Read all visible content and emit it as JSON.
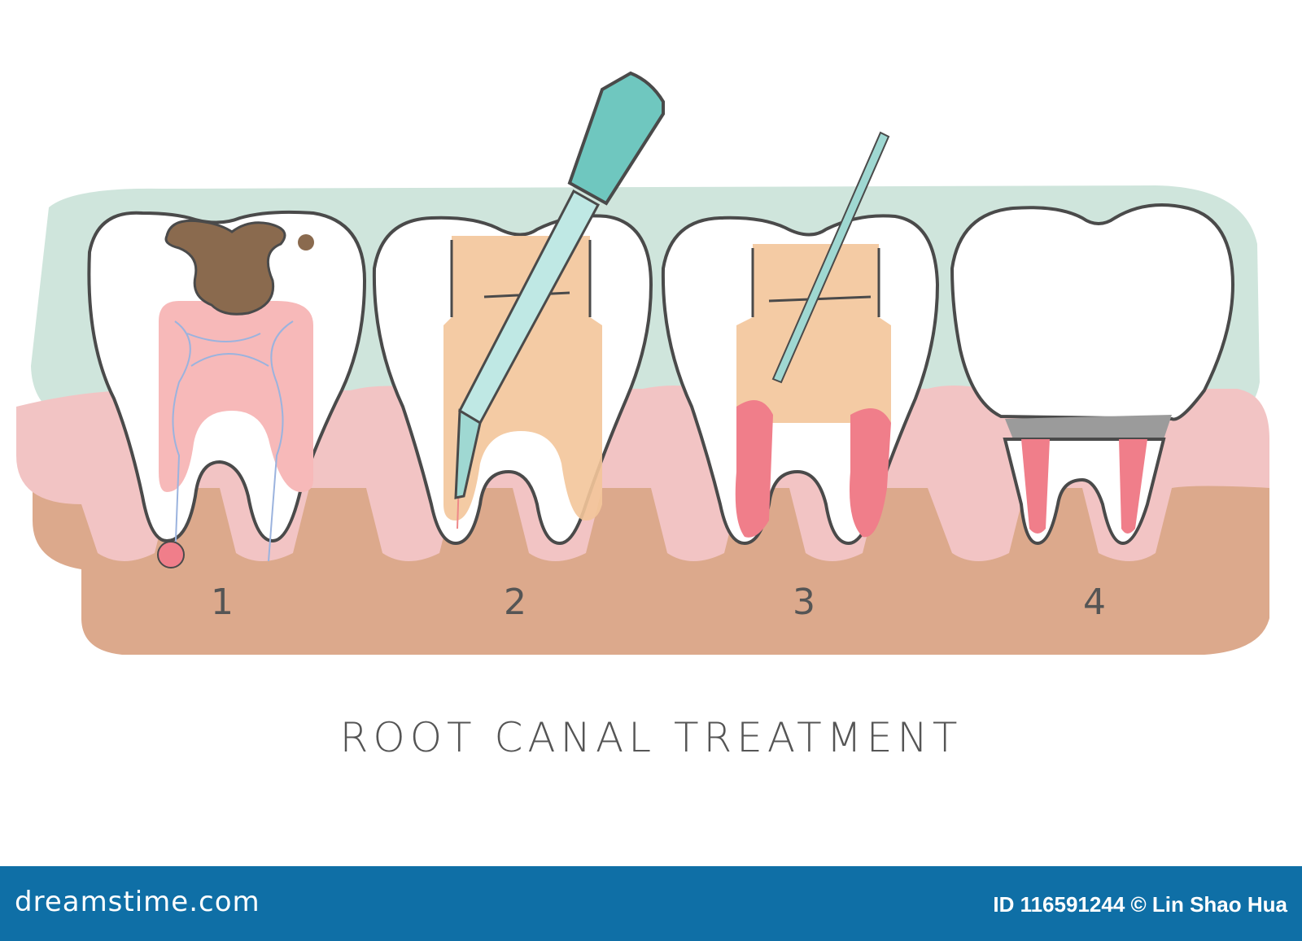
{
  "title": "ROOT CANAL TREATMENT",
  "steps": [
    {
      "number": "1",
      "caption": "Infected tooth with decay reaching the pulp"
    },
    {
      "number": "2",
      "caption": "Cleaning the root canals with a file"
    },
    {
      "number": "3",
      "caption": "Filling the canals"
    },
    {
      "number": "4",
      "caption": "Crown placed on treated tooth"
    }
  ],
  "watermark": "dreamstime",
  "footer": {
    "site": "dreamstime.com",
    "credit": "ID 116591244 © Lin Shao Hua"
  },
  "colors": {
    "background_band": "#cfe5dc",
    "gum": "#f2c4c4",
    "bone": "#dca98c",
    "tooth": "#ffffff",
    "outline": "#4a4a4a",
    "pulp": "#f7b9b9",
    "filling": "#f3c59a",
    "instrument": "#6fc7bf",
    "footer_bar": "#0f6fa6"
  }
}
